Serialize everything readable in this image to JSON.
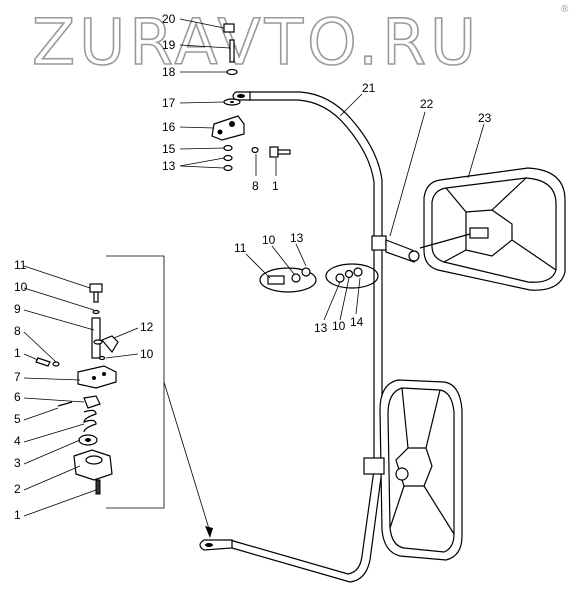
{
  "watermark": {
    "text": "ZURAVTO.RU",
    "badge": "®"
  },
  "callouts": [
    "1",
    "1",
    "1",
    "2",
    "3",
    "4",
    "5",
    "6",
    "7",
    "8",
    "8",
    "9",
    "10",
    "10",
    "10",
    "10",
    "11",
    "11",
    "12",
    "13",
    "13",
    "14",
    "15",
    "16",
    "17",
    "18",
    "19",
    "20",
    "21",
    "22",
    "23"
  ],
  "labels": {
    "l20": "20",
    "l19": "19",
    "l18": "18",
    "l17": "17",
    "l16": "16",
    "l15": "15",
    "l13a": "13",
    "l8a": "8",
    "l1a": "1",
    "l21": "21",
    "l22": "22",
    "l23": "23",
    "l11a": "11",
    "l10a": "10",
    "l13b": "13",
    "l13c": "13",
    "l10b": "10",
    "l14": "14",
    "l11b": "11",
    "l10c": "10",
    "l9": "9",
    "l8b": "8",
    "l12": "12",
    "l1b": "1",
    "l10d": "10",
    "l7": "7",
    "l6": "6",
    "l5": "5",
    "l4": "4",
    "l3": "3",
    "l2": "2",
    "l1c": "1"
  }
}
